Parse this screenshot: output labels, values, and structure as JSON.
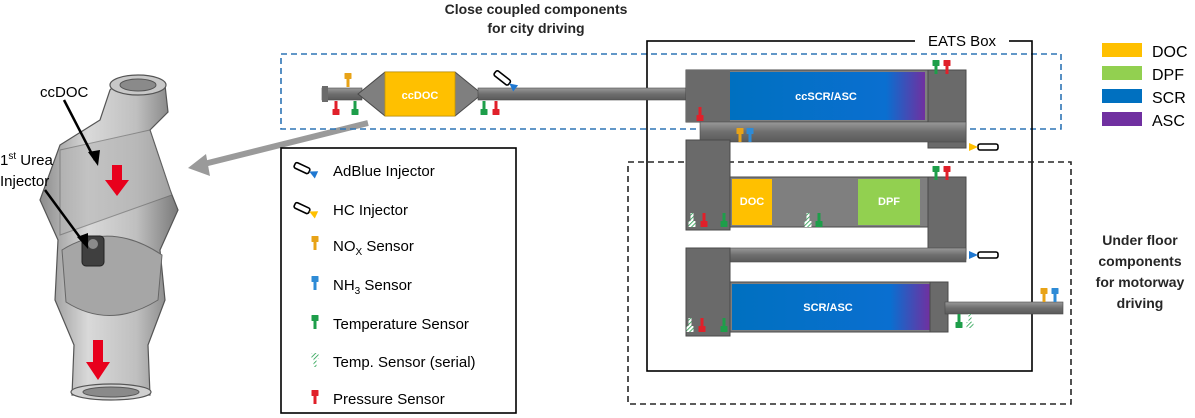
{
  "labels": {
    "close_coupled_line1": "Close coupled components",
    "close_coupled_line2": "for city driving",
    "eats_box": "EATS Box",
    "under_floor_line1": "Under floor",
    "under_floor_line2": "components",
    "under_floor_line3": "for motorway",
    "under_floor_line4": "driving",
    "ccdoc_callout": "ccDOC",
    "urea_prefix": "1",
    "urea_sup": "st",
    "urea_suffix": " Urea",
    "injector": "Injector"
  },
  "components": {
    "ccdoc_brick": "ccDOC",
    "ccscr_brick": "ccSCR/ASC",
    "doc_brick": "DOC",
    "dpf_brick": "DPF",
    "scr_brick": "SCR/ASC"
  },
  "color_legend": [
    {
      "label": "DOC",
      "color": "#ffc000"
    },
    {
      "label": "DPF",
      "color": "#92d050"
    },
    {
      "label": "SCR",
      "color": "#0070c0"
    },
    {
      "label": "ASC",
      "color": "#7030a0"
    }
  ],
  "symbol_legend": {
    "adblue": "AdBlue Injector",
    "hc": "HC Injector",
    "nox_main": "NO",
    "nox_sub": "X",
    "nox_tail": " Sensor",
    "nh3_main": "NH",
    "nh3_sub": "3",
    "nh3_tail": " Sensor",
    "temp": "Temperature Sensor",
    "temp_serial": "Temp. Sensor (serial)",
    "pressure": "Pressure Sensor"
  },
  "colors": {
    "pipe": "#7f7f7f",
    "pipe_dark": "#595959",
    "nox": "#e8a317",
    "nh3": "#2e8bd6",
    "temp": "#1e9e4a",
    "pressure": "#e0202a",
    "adblue_tip": "#1f78d1",
    "hc_tip": "#ffc000",
    "arrow": "#9a9a9a",
    "dash_blue": "#2e75b6"
  }
}
